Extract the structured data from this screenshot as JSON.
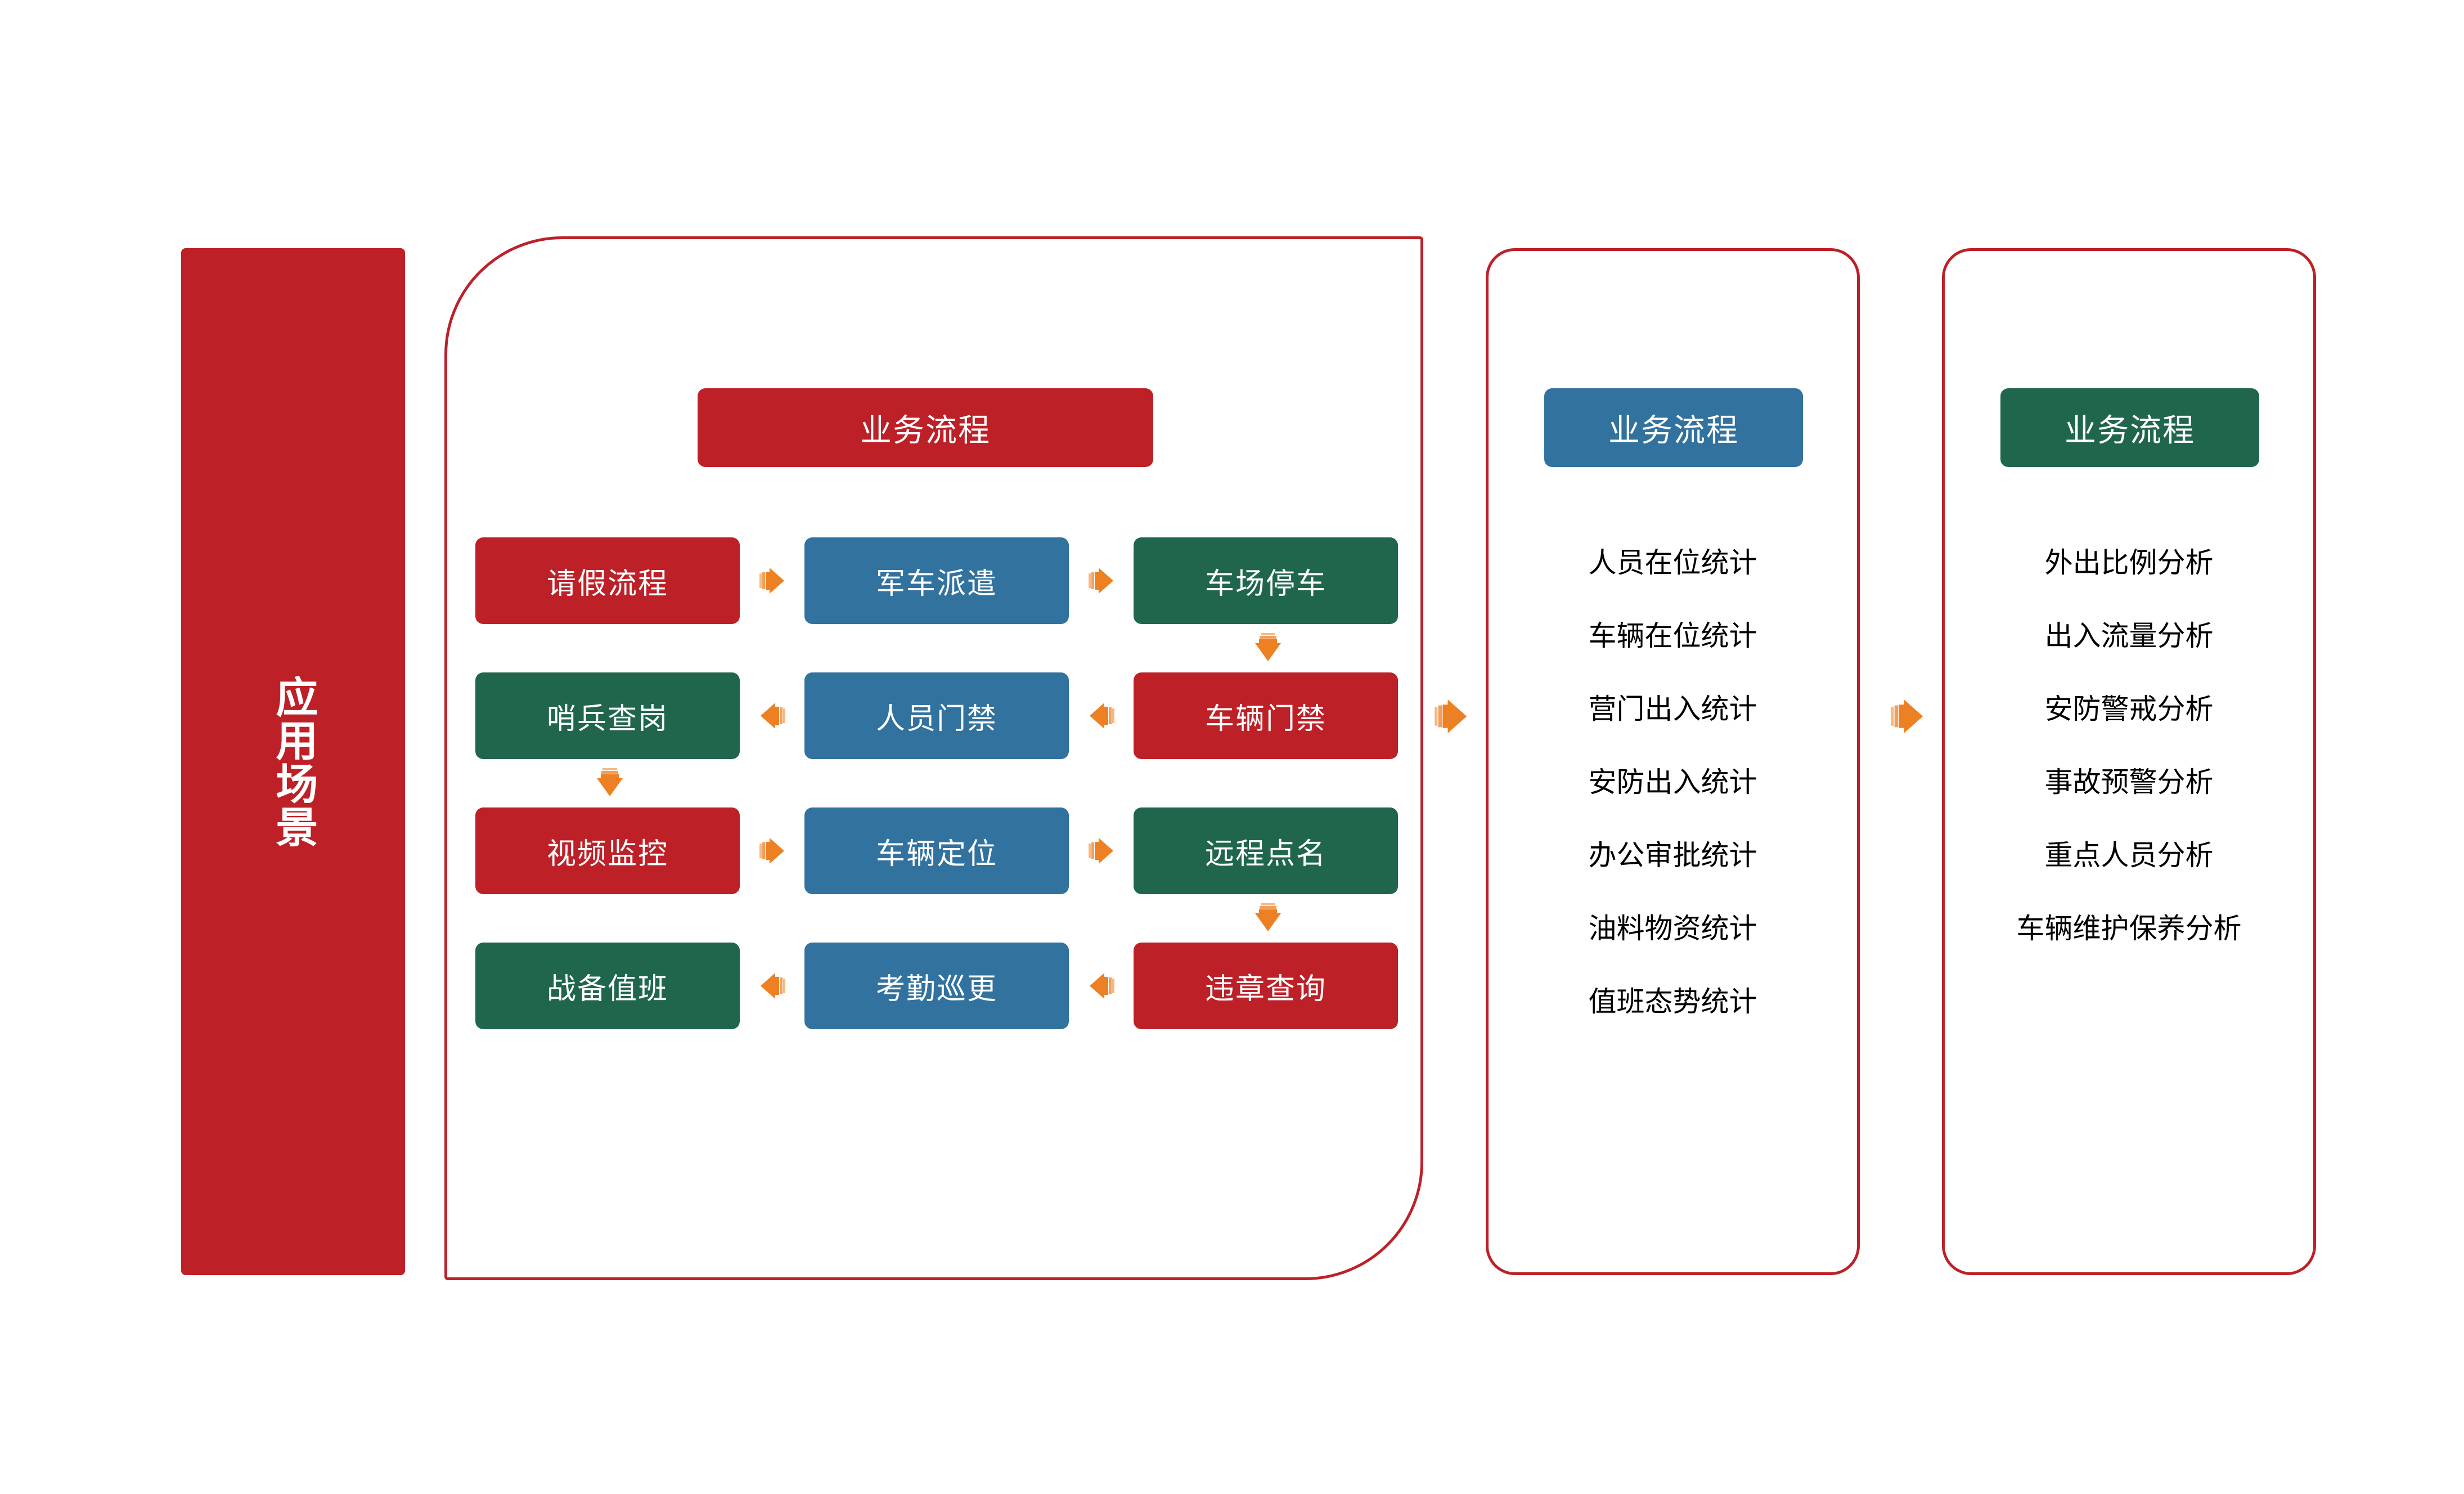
{
  "banner": {
    "label": "应用场景"
  },
  "colors": {
    "red": "#BE2028",
    "blue": "#31729E",
    "green": "#1F664C",
    "arrow_orange": "#ED8022",
    "panel_border": "#BE2028",
    "text_light": "#FFFFFF",
    "text_dark": "#000000"
  },
  "panels": {
    "process": {
      "title": "业务流程",
      "rows": [
        {
          "direction": "right",
          "boxes": [
            {
              "label": "请假流程",
              "color": "red"
            },
            {
              "label": "军车派遣",
              "color": "blue"
            },
            {
              "label": "车场停车",
              "color": "green"
            }
          ]
        },
        {
          "direction": "left",
          "boxes": [
            {
              "label": "哨兵查岗",
              "color": "green"
            },
            {
              "label": "人员门禁",
              "color": "blue"
            },
            {
              "label": "车辆门禁",
              "color": "red"
            }
          ]
        },
        {
          "direction": "right",
          "boxes": [
            {
              "label": "视频监控",
              "color": "red"
            },
            {
              "label": "车辆定位",
              "color": "blue"
            },
            {
              "label": "远程点名",
              "color": "green"
            }
          ]
        },
        {
          "direction": "left",
          "boxes": [
            {
              "label": "战备值班",
              "color": "green"
            },
            {
              "label": "考勤巡更",
              "color": "blue"
            },
            {
              "label": "违章查询",
              "color": "red"
            }
          ]
        }
      ],
      "vertical_connectors": [
        {
          "from_row": 1,
          "to_row": 2,
          "column": "right",
          "direction": "down"
        },
        {
          "from_row": 2,
          "to_row": 3,
          "column": "left",
          "direction": "down"
        },
        {
          "from_row": 3,
          "to_row": 4,
          "column": "right",
          "direction": "down"
        }
      ]
    },
    "statistics": {
      "title": "业务流程",
      "items": [
        "人员在位统计",
        "车辆在位统计",
        "营门出入统计",
        "安防出入统计",
        "办公审批统计",
        "油料物资统计",
        "值班态势统计"
      ]
    },
    "analysis": {
      "title": "业务流程",
      "items": [
        "外出比例分析",
        "出入流量分析",
        "安防警戒分析",
        "事故预警分析",
        "重点人员分析",
        "车辆维护保养分析"
      ]
    }
  },
  "connectors": {
    "process_to_statistics": "arrow-right-icon",
    "statistics_to_analysis": "arrow-right-icon"
  }
}
